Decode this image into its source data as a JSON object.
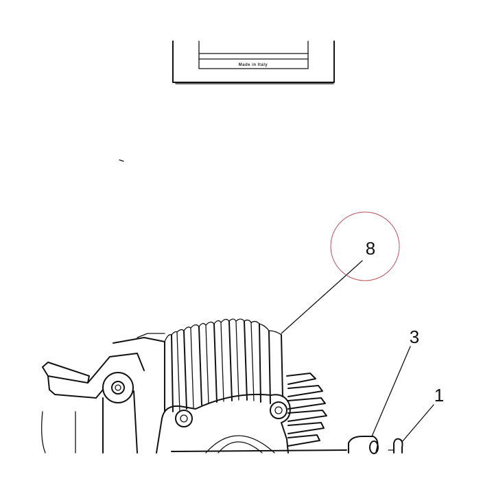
{
  "plate": {
    "caption": "Made in Italy"
  },
  "callouts": [
    {
      "id": "8",
      "label": "8",
      "highlighted": true
    },
    {
      "id": "3",
      "label": "3",
      "highlighted": false
    },
    {
      "id": "1",
      "label": "1",
      "highlighted": false
    }
  ],
  "colors": {
    "ink": "#111111",
    "highlight_circle": "#c0505a",
    "background": "#ffffff"
  }
}
